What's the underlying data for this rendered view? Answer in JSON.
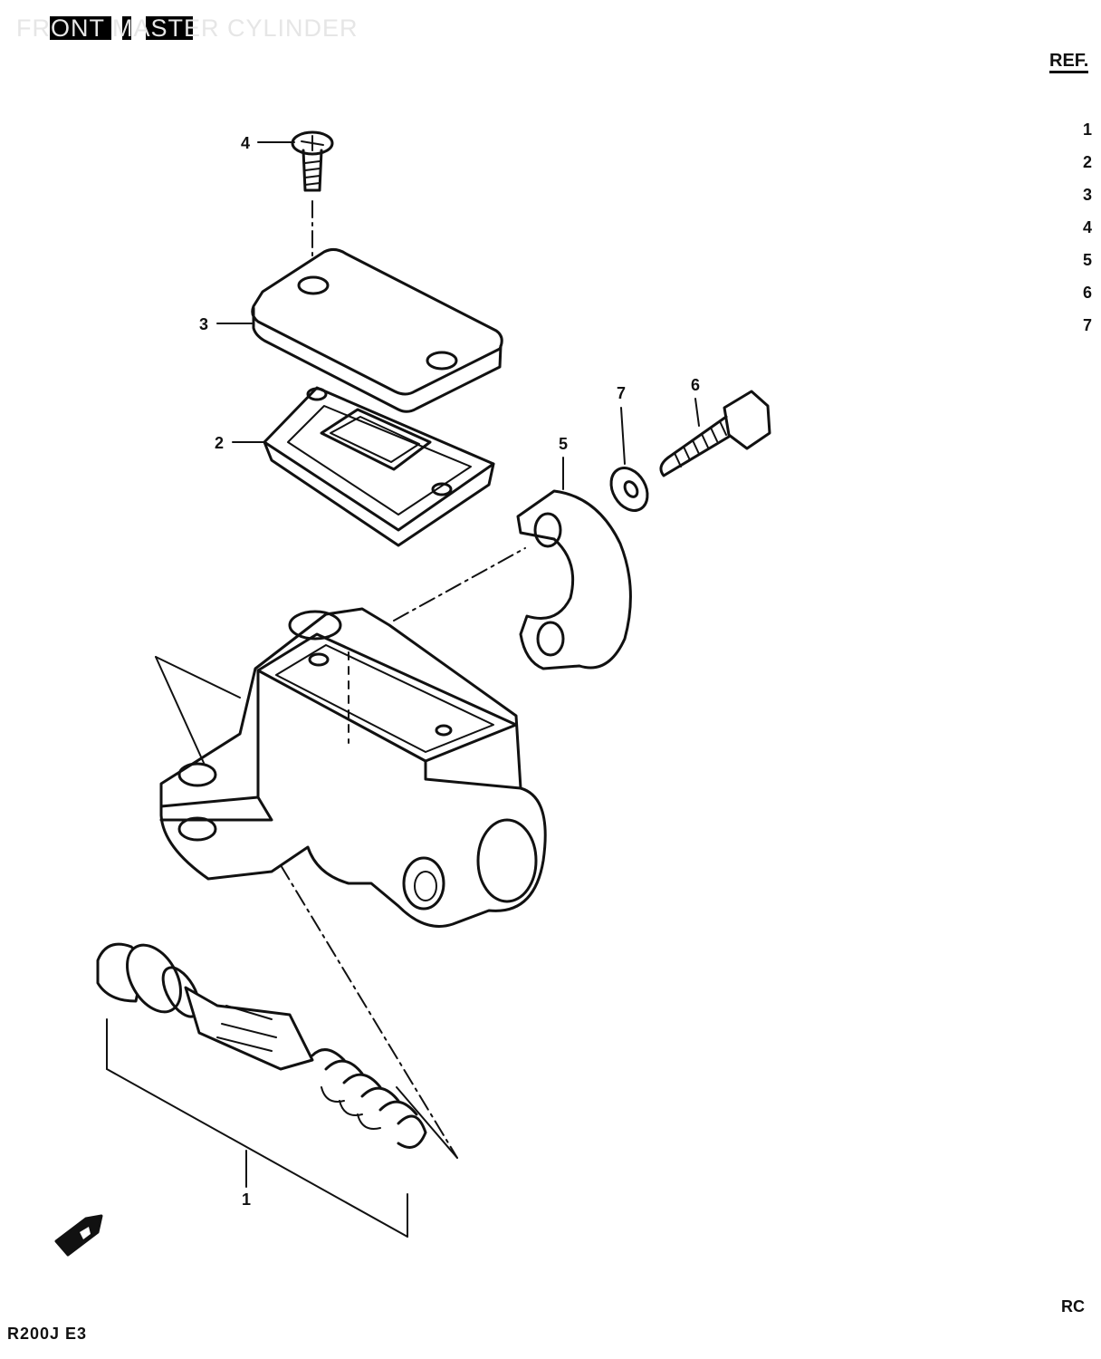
{
  "title": "FRONT MASTER CYLINDER",
  "reference": {
    "heading": "REF.",
    "items": [
      "1",
      "2",
      "3",
      "4",
      "5",
      "6",
      "7"
    ]
  },
  "diagram": {
    "callouts": [
      "1",
      "2",
      "3",
      "4",
      "5",
      "6",
      "7"
    ]
  },
  "footer": {
    "model": "R200J E3",
    "code": "RC"
  },
  "colors": {
    "ink": "#111111",
    "paper": "#ffffff"
  }
}
